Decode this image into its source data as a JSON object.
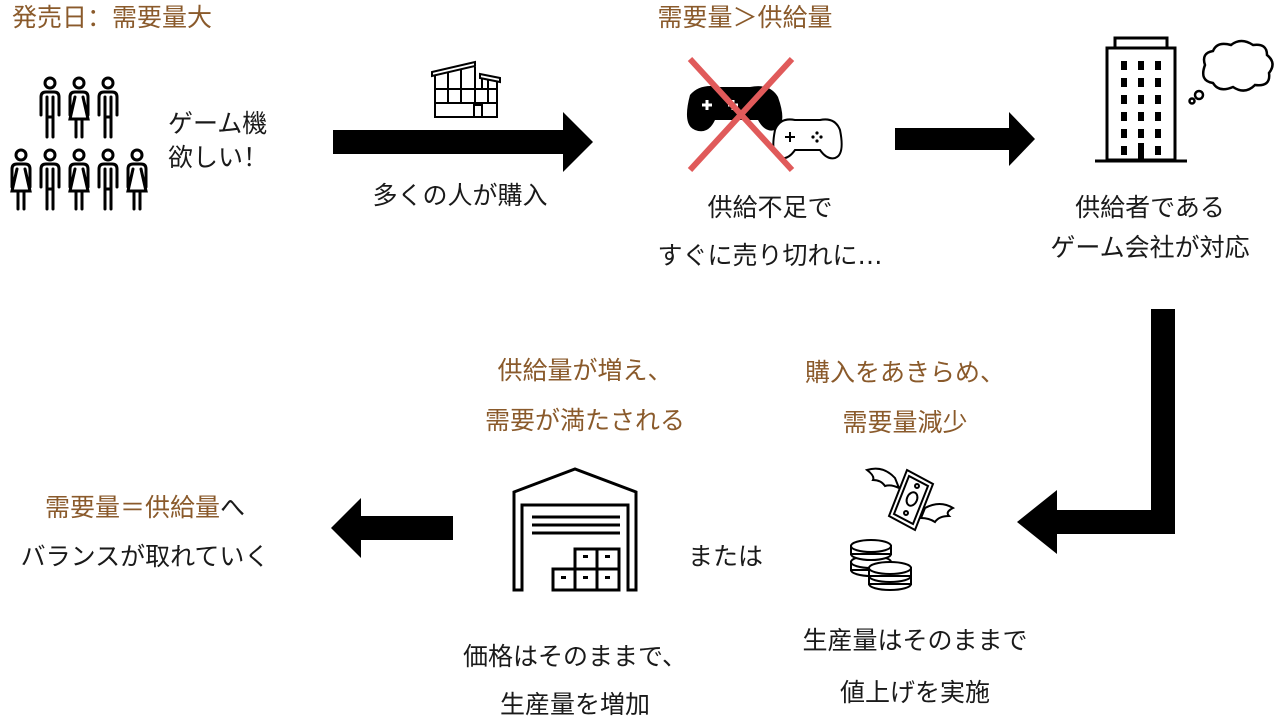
{
  "colors": {
    "accent": "#8a5a2b",
    "text": "#1a1a1a",
    "arrow": "#000000",
    "cross": "#e05a5a"
  },
  "step1": {
    "heading": "発売日：需要量大",
    "speech_line1": "ゲーム機",
    "speech_line2": "欲しい！",
    "icon": "people-crowd-icon"
  },
  "arrow1": {
    "caption": "多くの人が購入",
    "icon": "store-building-icon"
  },
  "step2": {
    "heading": "需要量＞供給量",
    "line1": "供給不足で",
    "line2": "すぐに売り切れに…",
    "icon": "game-controllers-crossed-out-icon"
  },
  "step3": {
    "line1": "供給者である",
    "line2": "ゲーム会社が対応",
    "icon": "office-building-thinking-icon"
  },
  "option_price": {
    "heading_line1": "購入をあきらめ、",
    "heading_line2": "需要量減少",
    "line1": "生産量はそのままで",
    "line2": "値上げを実施",
    "icon": "flying-money-coins-icon"
  },
  "or_label": "または",
  "option_supply": {
    "heading_line1": "供給量が増え、",
    "heading_line2": "需要が満たされる",
    "line1": "価格はそのままで、",
    "line2": "生産量を増加",
    "icon": "warehouse-icon"
  },
  "result": {
    "heading_accent": "需要量＝供給量",
    "heading_suffix": "へ",
    "line2": "バランスが取れていく"
  }
}
